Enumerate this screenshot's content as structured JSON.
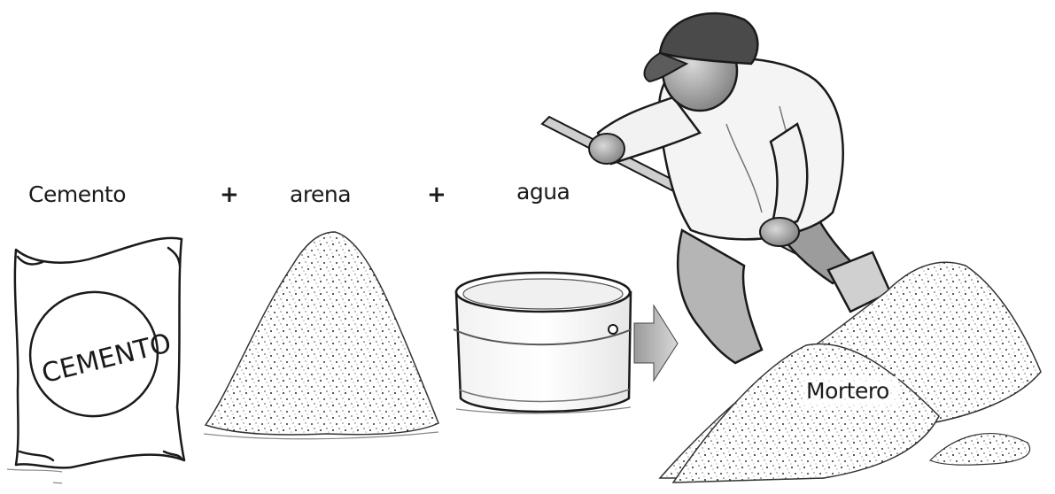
{
  "labels": {
    "cement": "Cemento",
    "sand": "arena",
    "water": "agua",
    "plus_1": "+",
    "plus_2": "+",
    "bag_text": "CEMENTO",
    "mortar": "Mortero"
  }
}
